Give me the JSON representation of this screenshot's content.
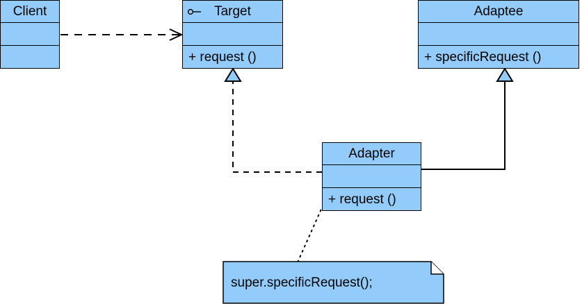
{
  "diagram": {
    "kind": "uml-class-diagram",
    "pattern_name": "Adapter",
    "background_color": "#ffffff",
    "class_fill_color": "#93ccfb",
    "line_color": "#000000"
  },
  "classes": {
    "client": {
      "name": "Client",
      "attributes": "",
      "operations": "",
      "stereotype_icon": ""
    },
    "target": {
      "name": "Target",
      "attributes": "",
      "operations": "+ request ()",
      "stereotype_icon": "interface-lollipop-icon"
    },
    "adaptee": {
      "name": "Adaptee",
      "attributes": "",
      "operations": "+ specificRequest ()",
      "stereotype_icon": ""
    },
    "adapter": {
      "name": "Adapter",
      "attributes": "",
      "operations": "+ request ()",
      "stereotype_icon": ""
    }
  },
  "note": {
    "text": "super.specificRequest();"
  },
  "relationships": [
    {
      "id": "client-to-target",
      "type": "dependency",
      "line_style": "dashed",
      "arrowhead": "open-stick",
      "source": "Client",
      "target": "Target"
    },
    {
      "id": "adapter-to-target",
      "type": "realization",
      "line_style": "dashed",
      "arrowhead": "hollow-triangle",
      "source": "Adapter",
      "target": "Target"
    },
    {
      "id": "adapter-to-adaptee",
      "type": "generalization",
      "line_style": "solid",
      "arrowhead": "hollow-triangle",
      "source": "Adapter",
      "target": "Adaptee"
    },
    {
      "id": "note-to-adapter-request",
      "type": "note-anchor",
      "line_style": "dotted",
      "arrowhead": "none",
      "source": "super.specificRequest();",
      "target": "Adapter + request ()"
    }
  ]
}
